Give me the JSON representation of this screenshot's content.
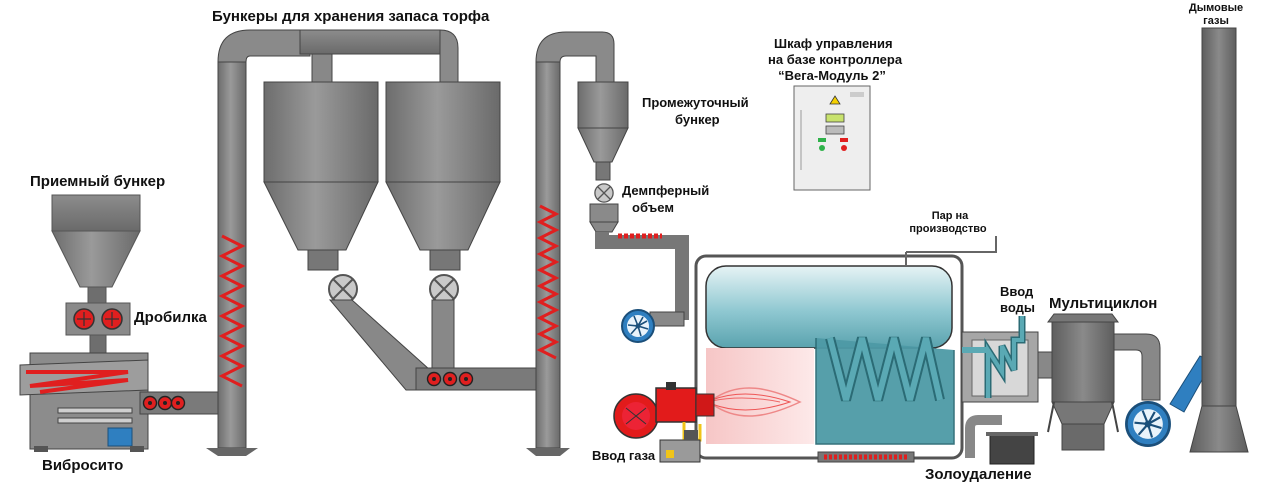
{
  "title": "Бункеры для хранения запаса торфа",
  "labels": {
    "receiving_hopper": "Приемный бункер",
    "crusher": "Дробилка",
    "vibrosieve": "Вибросито",
    "storage_bins": "Бункеры для хранения запаса торфа",
    "intermediate_bin_1": "Промежуточный",
    "intermediate_bin_2": "бункер",
    "damper_1": "Демпферный",
    "damper_2": "объем",
    "control_cabinet_1": "Шкаф управления",
    "control_cabinet_2": "на базе контроллера",
    "control_cabinet_3": "“Вега-Модуль 2”",
    "steam_out_1": "Пар на",
    "steam_out_2": "производство",
    "water_in_1": "Ввод",
    "water_in_2": "воды",
    "multicyclone": "Мультициклон",
    "flue_gas_1": "Дымовые",
    "flue_gas_2": "газы",
    "gas_in": "Ввод газа",
    "ash_removal": "Золоудаление"
  },
  "colors": {
    "metal": "#7f7f7f",
    "metal_dark": "#5f5f5f",
    "metal_light": "#a8a8a8",
    "flow_red": "#d81e1e",
    "burner_red": "#e21b1b",
    "water": "#4e9aa6",
    "water_light": "#bfe0e6",
    "flame": "#f4a3a3",
    "fan_blue": "#2f7fc0",
    "gas_yellow": "#f0c419",
    "cabinet": "#eeeeee"
  },
  "icons": {
    "fan": "fan-icon",
    "valve": "rotary-valve-icon",
    "warning": "warning-icon",
    "flame": "flame-icon"
  }
}
